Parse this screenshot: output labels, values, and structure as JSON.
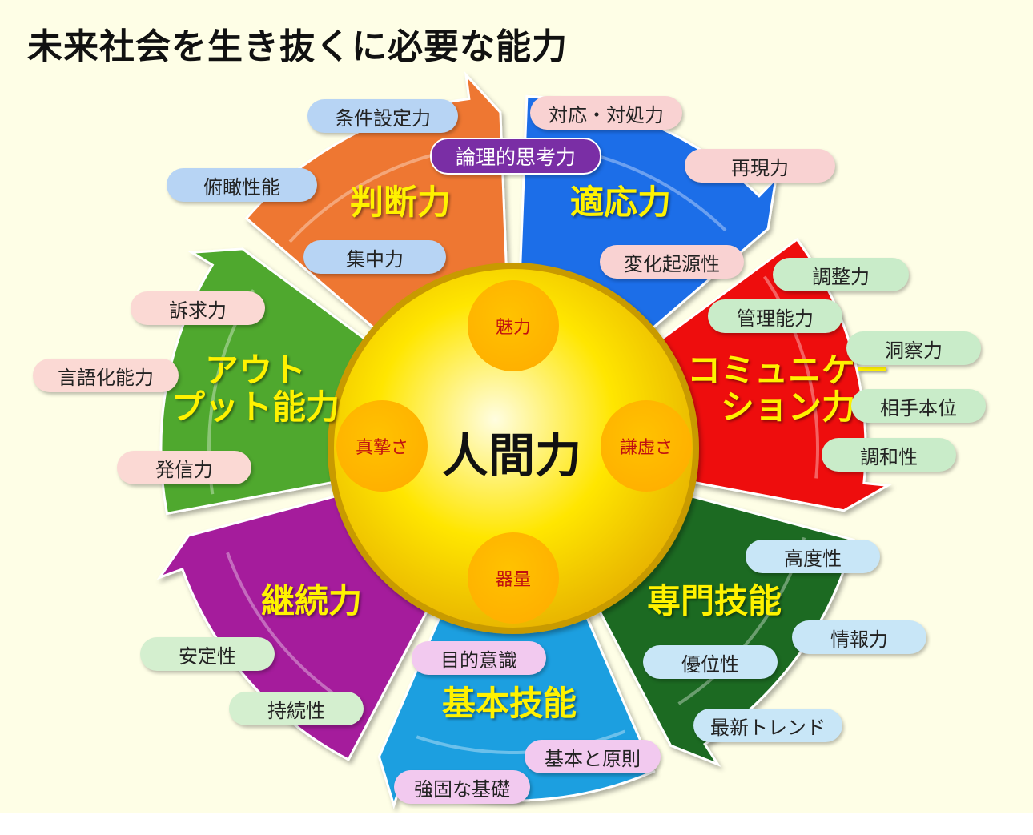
{
  "title": "未来社会を生き抜くに必要な能力",
  "core": {
    "label": "人間力",
    "qualities": [
      {
        "name": "top",
        "label": "魅力"
      },
      {
        "name": "left",
        "label": "真摯さ"
      },
      {
        "name": "right",
        "label": "謙虚さ"
      },
      {
        "name": "bottom",
        "label": "器量"
      }
    ]
  },
  "segments": [
    {
      "id": "judgment",
      "label": "判断力",
      "color": "#1a6ee8",
      "pill_color": "#b7d4f4",
      "items": [
        "条件設定力",
        "論理的思考力",
        "俯瞰性能",
        "集中力"
      ],
      "highlight_item": "論理的思考力"
    },
    {
      "id": "adaptability",
      "label": "適応力",
      "color": "#ee1111",
      "pill_color": "#f9d2d2",
      "items": [
        "対応・対処力",
        "再現力",
        "変化起源性"
      ]
    },
    {
      "id": "communication",
      "label": "コミュニケーション力",
      "label_lines": [
        "コミュニケー",
        "ション力"
      ],
      "color": "#1b6b22",
      "pill_color": "#c9ecc9",
      "items": [
        "調整力",
        "管理能力",
        "洞察力",
        "相手本位",
        "調和性"
      ]
    },
    {
      "id": "expertise",
      "label": "専門技能",
      "color": "#1e9fe0",
      "pill_color": "#c8e6f7",
      "items": [
        "高度性",
        "情報力",
        "優位性",
        "最新トレンド"
      ]
    },
    {
      "id": "basic-skill",
      "label": "基本技能",
      "color": "#a51f9c",
      "pill_color": "#f2c9ef",
      "items": [
        "目的意識",
        "基本と原則",
        "強固な基礎"
      ]
    },
    {
      "id": "persistence",
      "label": "継続力",
      "color": "#4fa82e",
      "pill_color": "#d4efcf",
      "items": [
        "安定性",
        "持続性"
      ]
    },
    {
      "id": "output",
      "label": "アウトプット能力",
      "label_lines": [
        "アウト",
        "プット能力"
      ],
      "color": "#ee7733",
      "pill_color": "#fbd9d4",
      "items": [
        "訴求力",
        "言語化能力",
        "発信力"
      ]
    }
  ],
  "highlight_color": "#7a2ea5"
}
